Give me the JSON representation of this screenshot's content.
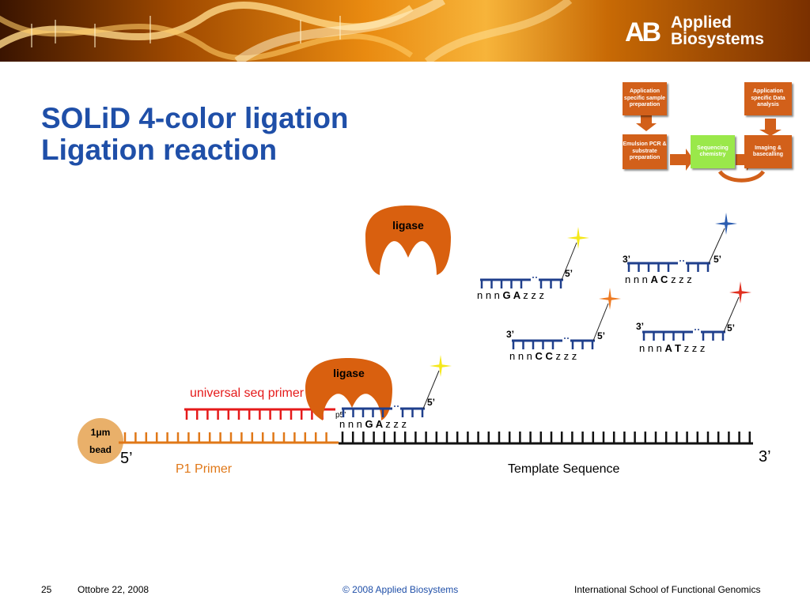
{
  "brand": {
    "logo_mark": "AB",
    "logo_line1": "Applied",
    "logo_line2": "Biosystems"
  },
  "title": {
    "line1": "SOLiD 4-color ligation",
    "line2": "Ligation reaction"
  },
  "workflow": {
    "step1": "Application specific sample preparation",
    "step2": "Emulsion PCR & substrate preparation",
    "step3": "Sequencing chemistry",
    "step4": "Imaging & basecalling",
    "step5": "Application specific Data analysis"
  },
  "diagram": {
    "bead_line1": "1μm",
    "bead_line2": "bead",
    "primer_5prime": "5’",
    "template_3prime": "3’",
    "p1_primer": "P1 Primer",
    "template_sequence": "Template Sequence",
    "universal_seq_primer": "universal seq primer",
    "ligase_label": "ligase",
    "p5_label": "p5’",
    "label_5prime": "5’",
    "label_3prime": "3’",
    "probe_prefix": "n n n",
    "probe_suffix": "z z z",
    "probes": [
      {
        "bases": "G A",
        "dye_color": "#f5e81a"
      },
      {
        "bases": "G A",
        "dye_color": "#f5e81a"
      },
      {
        "bases": "C C",
        "dye_color": "#ee7a22"
      },
      {
        "bases": "A C",
        "dye_color": "#2b5cb0"
      },
      {
        "bases": "A T",
        "dye_color": "#e03020"
      }
    ]
  },
  "colors": {
    "title": "#1f4fa8",
    "ligase": "#d9600f",
    "primer": "#e07818",
    "universal_primer": "#e51a1a",
    "probe": "#1f3f8c",
    "template": "#111111"
  },
  "footer": {
    "page_number": "25",
    "date": "Ottobre  22, 2008",
    "copyright": "© 2008 Applied Biosystems",
    "event": "International School of Functional Genomics"
  }
}
